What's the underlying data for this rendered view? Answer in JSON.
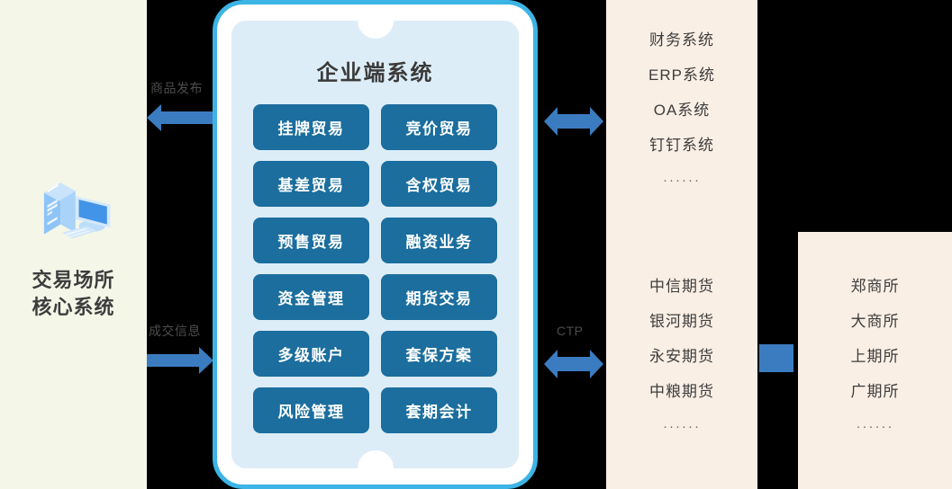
{
  "venue": {
    "icon": "desktop-computer-icon",
    "label_line1": "交易场所",
    "label_line2": "核心系统",
    "bg": "#f4f6e8"
  },
  "connectors": {
    "left_top": {
      "label": "商品发布",
      "direction": "left",
      "color": "#3b7cc0"
    },
    "left_bottom": {
      "label": "成交信息",
      "direction": "right",
      "color": "#3b7cc0"
    },
    "right_top": {
      "label": "",
      "direction": "both",
      "color": "#3b7cc0"
    },
    "right_bottom": {
      "label": "CTP",
      "direction": "both",
      "color": "#3b7cc0"
    },
    "far_right": {
      "label": "",
      "direction": "block",
      "color": "#3b7cc0"
    }
  },
  "tablet": {
    "title": "企业端系统",
    "border_color": "#3cb4e5",
    "screen_color": "#ddedf8",
    "tile_color": "#1b6e9e",
    "tiles": [
      "挂牌贸易",
      "竞价贸易",
      "基差贸易",
      "含权贸易",
      "预售贸易",
      "融资业务",
      "资金管理",
      "期货交易",
      "多级账户",
      "套保方案",
      "风险管理",
      "套期会计"
    ]
  },
  "panels": {
    "middle": {
      "bg": "#faefe5",
      "group_top": {
        "items": [
          "财务系统",
          "ERP系统",
          "OA系统",
          "钉钉系统"
        ],
        "ellipsis": "······"
      },
      "group_bottom": {
        "items": [
          "中信期货",
          "银河期货",
          "永安期货",
          "中粮期货"
        ],
        "ellipsis": "······"
      }
    },
    "right": {
      "bg": "#faefe5",
      "group": {
        "items": [
          "郑商所",
          "大商所",
          "上期所",
          "广期所"
        ],
        "ellipsis": "······"
      }
    }
  }
}
